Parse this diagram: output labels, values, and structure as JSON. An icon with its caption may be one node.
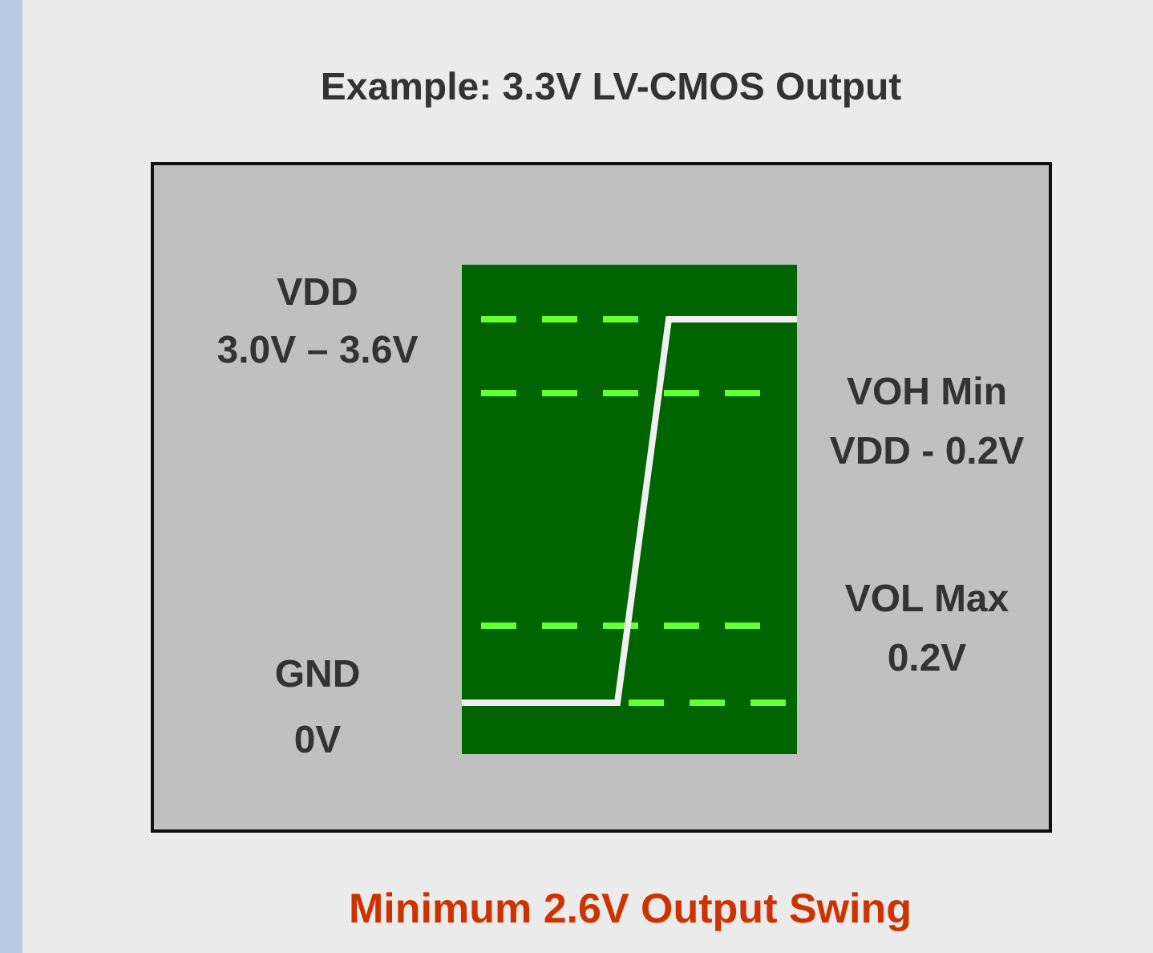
{
  "diagram": {
    "title": "Example: 3.3V LV-CMOS Output",
    "caption": "Minimum 2.6V Output Swing",
    "labels": [
      "VDD",
      "3.0V – 3.6V",
      "VOH Min",
      "VDD - 0.2V",
      "VOL Max",
      "0.2V",
      "GND",
      "0V"
    ]
  }
}
